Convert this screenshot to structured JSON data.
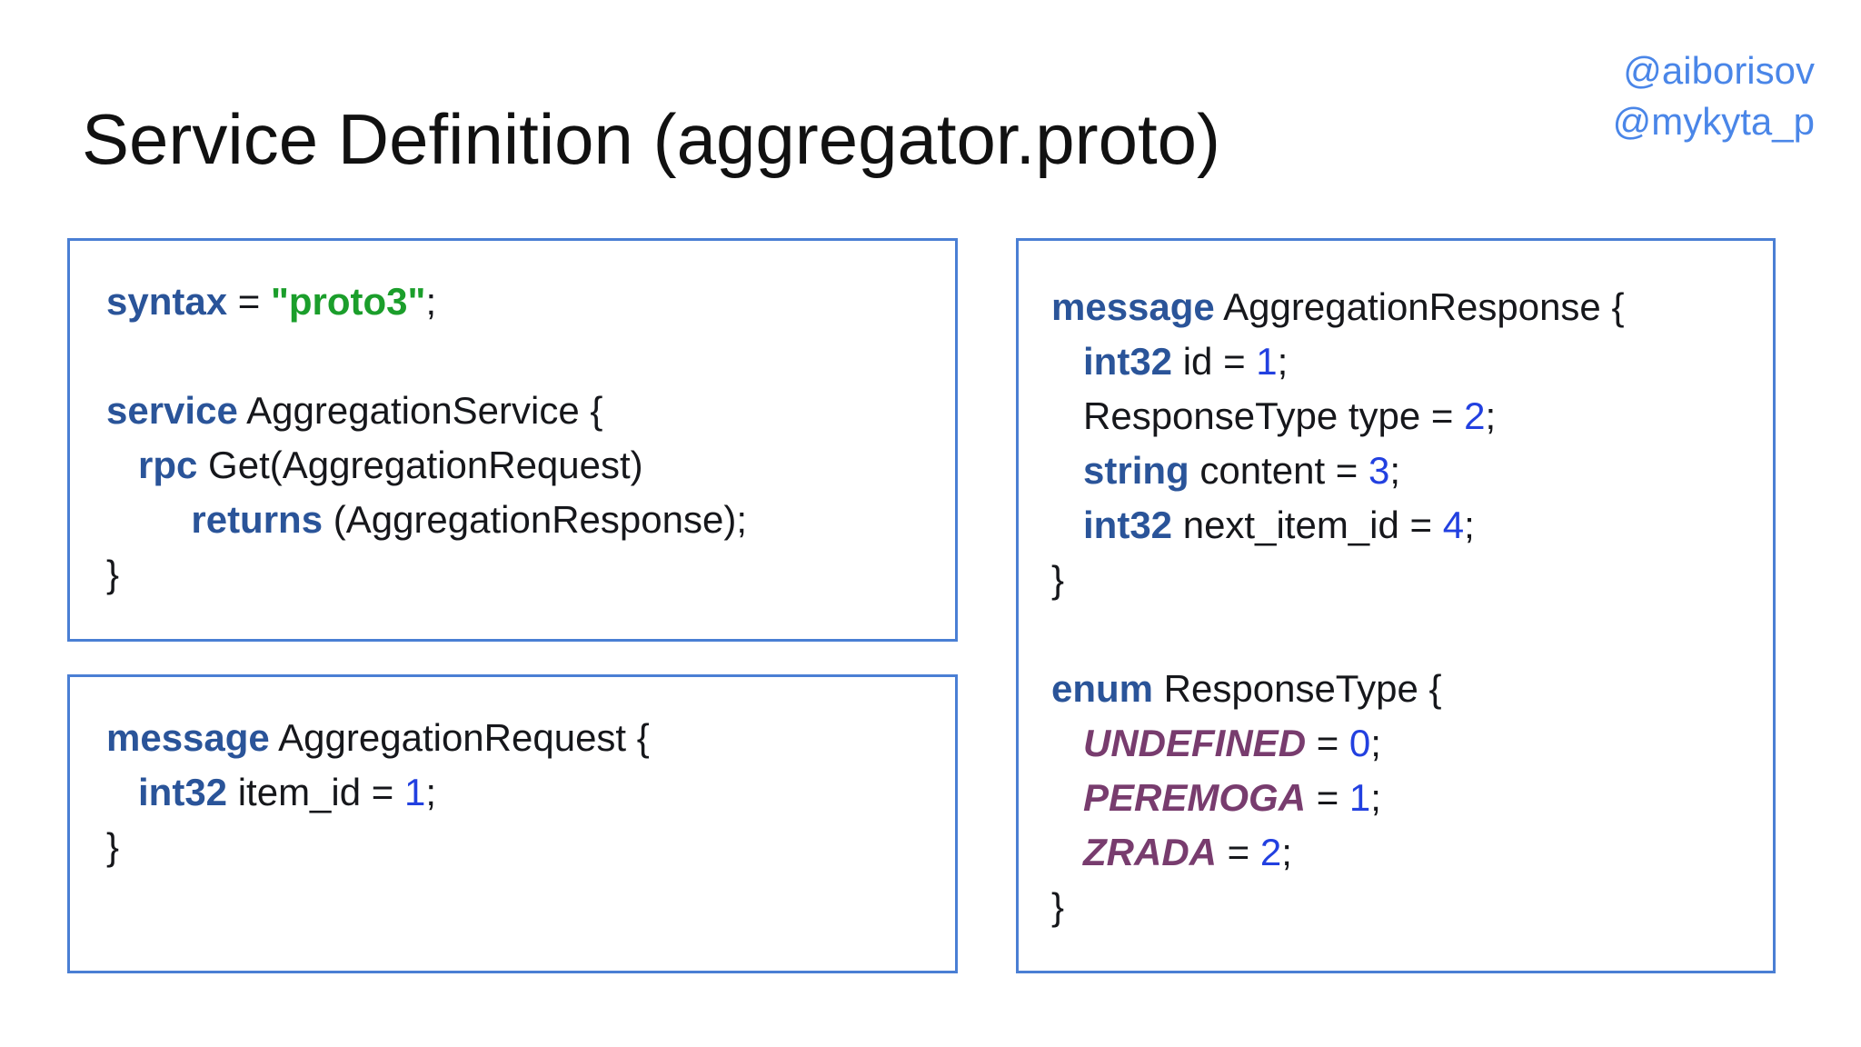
{
  "slide": {
    "title": "Service Definition (aggregator.proto)",
    "authors": [
      "@aiborisov",
      "@mykyta_p"
    ]
  },
  "colors": {
    "title_text": "#111111",
    "author_handle_blue": "#4a86e8",
    "box_border_blue": "#4a7fd4",
    "code_plain": "#16171b",
    "code_keyword_blue": "#2a5499",
    "code_string_green": "#1b9e2b",
    "code_number_blue": "#2240e0",
    "code_enum_purple": "#783c6e",
    "background": "#ffffff"
  },
  "code_boxes": [
    {
      "name": "syntax-and-service",
      "lines": [
        [
          {
            "t": "syntax",
            "c": "kw"
          },
          {
            "t": " = ",
            "c": "pl"
          },
          {
            "t": "\"proto3\"",
            "c": "str"
          },
          {
            "t": ";",
            "c": "pl"
          }
        ],
        [],
        [
          {
            "t": "service",
            "c": "kw"
          },
          {
            "t": " AggregationService {",
            "c": "pl"
          }
        ],
        [
          {
            "t": "   ",
            "c": "pl"
          },
          {
            "t": "rpc",
            "c": "kw"
          },
          {
            "t": " Get(AggregationRequest)",
            "c": "pl"
          }
        ],
        [
          {
            "t": "        ",
            "c": "pl"
          },
          {
            "t": "returns",
            "c": "kw"
          },
          {
            "t": " (AggregationResponse);",
            "c": "pl"
          }
        ],
        [
          {
            "t": "}",
            "c": "pl"
          }
        ]
      ]
    },
    {
      "name": "aggregation-request",
      "lines": [
        [
          {
            "t": "message",
            "c": "kw"
          },
          {
            "t": " AggregationRequest {",
            "c": "pl"
          }
        ],
        [
          {
            "t": "   ",
            "c": "pl"
          },
          {
            "t": "int32",
            "c": "kw"
          },
          {
            "t": " item_id = ",
            "c": "pl"
          },
          {
            "t": "1",
            "c": "num"
          },
          {
            "t": ";",
            "c": "pl"
          }
        ],
        [
          {
            "t": "}",
            "c": "pl"
          }
        ]
      ]
    },
    {
      "name": "aggregation-response-and-enum",
      "lines": [
        [
          {
            "t": "message",
            "c": "kw"
          },
          {
            "t": " AggregationResponse {",
            "c": "pl"
          }
        ],
        [
          {
            "t": "   ",
            "c": "pl"
          },
          {
            "t": "int32",
            "c": "kw"
          },
          {
            "t": " id = ",
            "c": "pl"
          },
          {
            "t": "1",
            "c": "num"
          },
          {
            "t": ";",
            "c": "pl"
          }
        ],
        [
          {
            "t": "   ResponseType type = ",
            "c": "pl"
          },
          {
            "t": "2",
            "c": "num"
          },
          {
            "t": ";",
            "c": "pl"
          }
        ],
        [
          {
            "t": "   ",
            "c": "pl"
          },
          {
            "t": "string",
            "c": "kw"
          },
          {
            "t": " content = ",
            "c": "pl"
          },
          {
            "t": "3",
            "c": "num"
          },
          {
            "t": ";",
            "c": "pl"
          }
        ],
        [
          {
            "t": "   ",
            "c": "pl"
          },
          {
            "t": "int32",
            "c": "kw"
          },
          {
            "t": " next_item_id = ",
            "c": "pl"
          },
          {
            "t": "4",
            "c": "num"
          },
          {
            "t": ";",
            "c": "pl"
          }
        ],
        [
          {
            "t": "}",
            "c": "pl"
          }
        ],
        [],
        [
          {
            "t": "enum",
            "c": "kw"
          },
          {
            "t": " ResponseType {",
            "c": "pl"
          }
        ],
        [
          {
            "t": "   ",
            "c": "pl"
          },
          {
            "t": "UNDEFINED",
            "c": "en"
          },
          {
            "t": " = ",
            "c": "pl"
          },
          {
            "t": "0",
            "c": "num"
          },
          {
            "t": ";",
            "c": "pl"
          }
        ],
        [
          {
            "t": "   ",
            "c": "pl"
          },
          {
            "t": "PEREMOGA",
            "c": "en"
          },
          {
            "t": " = ",
            "c": "pl"
          },
          {
            "t": "1",
            "c": "num"
          },
          {
            "t": ";",
            "c": "pl"
          }
        ],
        [
          {
            "t": "   ",
            "c": "pl"
          },
          {
            "t": "ZRADA",
            "c": "en"
          },
          {
            "t": " = ",
            "c": "pl"
          },
          {
            "t": "2",
            "c": "num"
          },
          {
            "t": ";",
            "c": "pl"
          }
        ],
        [
          {
            "t": "}",
            "c": "pl"
          }
        ]
      ]
    }
  ]
}
